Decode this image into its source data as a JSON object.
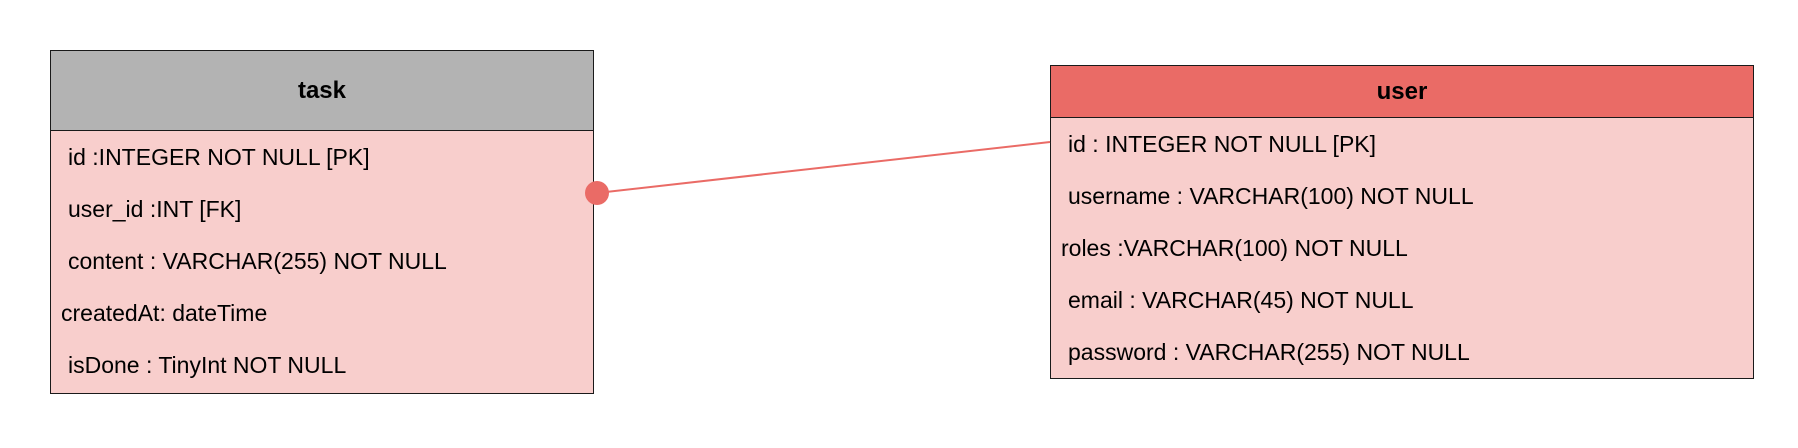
{
  "colors": {
    "task_header": "#b3b3b3",
    "user_header": "#ea6b66",
    "entity_body": "#f8cecc",
    "connector": "#ea6b66"
  },
  "task": {
    "title": "task",
    "fields": [
      "id :INTEGER NOT NULL [PK]",
      "user_id :INT [FK]",
      "content : VARCHAR(255) NOT NULL",
      "createdAt: dateTime",
      "isDone : TinyInt NOT NULL"
    ]
  },
  "user": {
    "title": "user",
    "fields": [
      "id : INTEGER NOT NULL [PK]",
      "username : VARCHAR(100) NOT NULL",
      "roles :VARCHAR(100) NOT NULL",
      "email : VARCHAR(45) NOT NULL",
      "password : VARCHAR(255) NOT NULL"
    ]
  }
}
